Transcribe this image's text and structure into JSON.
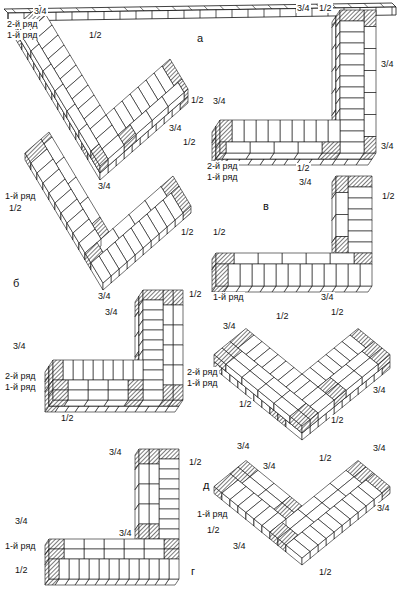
{
  "diagram": {
    "labels": [
      "а",
      "3/4",
      "2-й ряд",
      "1-й ряд",
      "1/2",
      "1/2",
      "3/4",
      "1/2",
      "3/4",
      "1-й ряд",
      "1/2",
      "1/2",
      "3/4",
      "б",
      "3/4",
      "1/2",
      "3/4",
      "3/4",
      "3/4",
      "2-й ряд",
      "1-й ряд",
      "1/2",
      "3/4",
      "1/2",
      "в",
      "1/2",
      "1-й ряд",
      "3/4",
      "3/4",
      "1/2",
      "3/4",
      "2-й ряд",
      "1-й ряд",
      "1/2",
      "3/4",
      "1/2",
      "3/4",
      "1-й ряд",
      "1/2",
      "3/4",
      "г",
      "1/2",
      "1/2",
      "3/4",
      "2-й ряд",
      "1-й ряд",
      "3/4",
      "1/2",
      "1/2",
      "3/4",
      "3/4",
      "1/2",
      "3/4",
      "д",
      "1-й ряд",
      "1/2",
      "3/4",
      "3/4",
      "1/2"
    ]
  }
}
